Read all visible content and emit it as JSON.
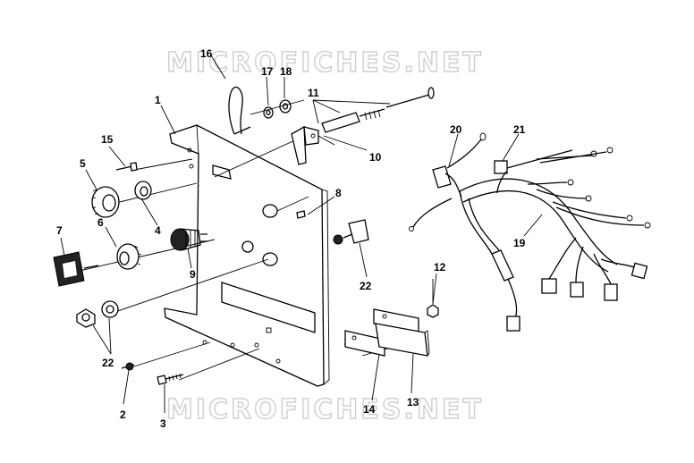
{
  "watermark": "MICROFICHES.NET",
  "callouts": {
    "c1": "1",
    "c2": "2",
    "c3": "3",
    "c4": "4",
    "c5": "5",
    "c6": "6",
    "c7": "7",
    "c8": "8",
    "c9": "9",
    "c10": "10",
    "c11": "11",
    "c12": "12",
    "c13": "13",
    "c14": "14",
    "c15": "15",
    "c16": "16",
    "c17": "17",
    "c18": "18",
    "c19": "19",
    "c20": "20",
    "c21": "21",
    "c22a": "22",
    "c22b": "22"
  }
}
